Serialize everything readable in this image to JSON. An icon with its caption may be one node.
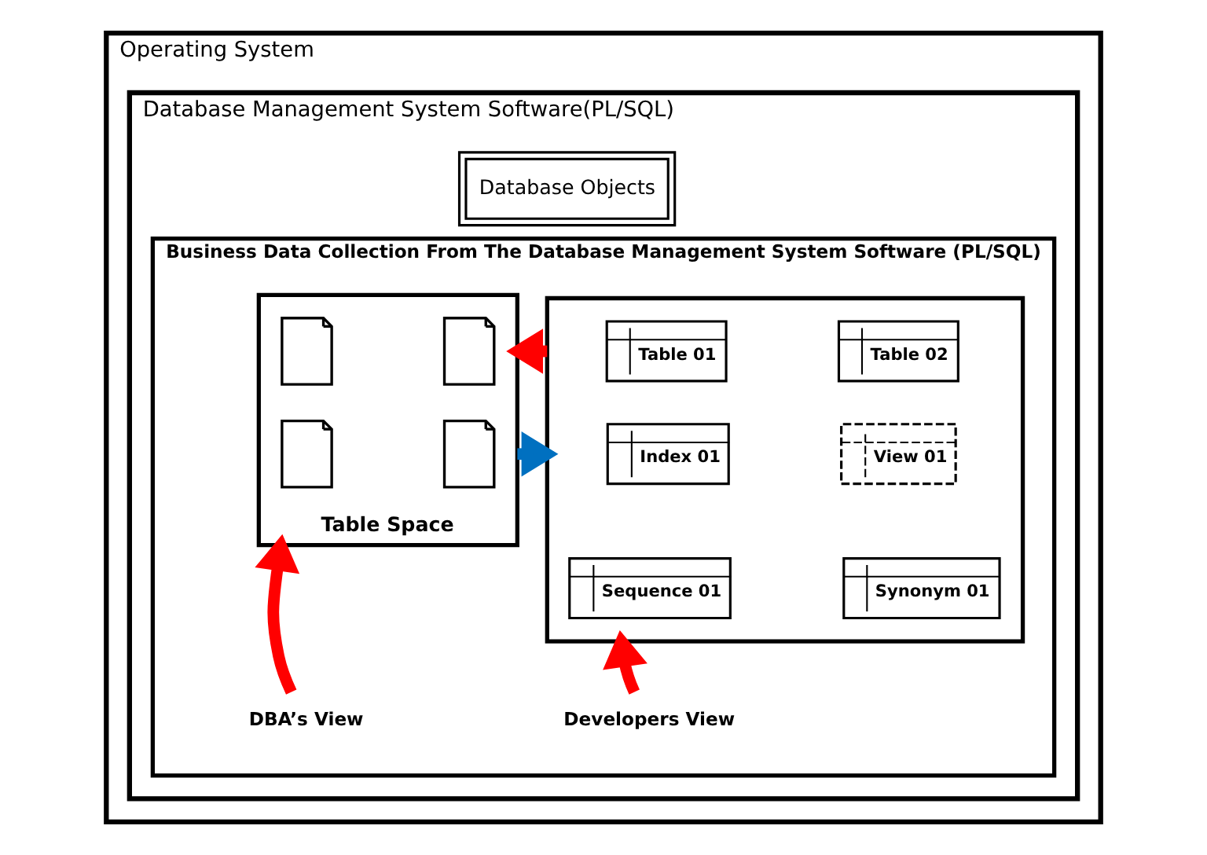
{
  "diagram": {
    "nodes": [
      {
        "text": [
          "Operating System"
        ]
      },
      {
        "text": [
          "Database Management System Software(PL/SQL)"
        ],
        "in": 0
      },
      {
        "text": [
          "Database Objects"
        ],
        "in": 1
      },
      {
        "text": [
          "Business Data Collection From The Database Management System Software (PL/SQL)"
        ],
        "in": 1
      },
      {
        "text": [
          "Table Space"
        ],
        "in": 3
      },
      {
        "text": [],
        "shape": "picture",
        "in": 4
      },
      {
        "text": [],
        "shape": "picture",
        "in": 4
      },
      {
        "text": [],
        "shape": "picture",
        "in": 4
      },
      {
        "text": [],
        "shape": "picture",
        "in": 4
      },
      {
        "text": [],
        "shape": "box",
        "in": 3
      },
      {
        "text": [
          "Table 01"
        ],
        "in": 9
      },
      {
        "text": [
          "Table 02"
        ],
        "in": 9
      },
      {
        "text": [
          "Index 01"
        ],
        "in": 9
      },
      {
        "text": [
          "View 01"
        ],
        "in": 9
      },
      {
        "text": [
          "Sequence 01"
        ],
        "in": 9
      },
      {
        "text": [
          "Synonym 01"
        ],
        "in": 9
      },
      {
        "text": [
          "DBA’s View"
        ],
        "in": 3
      },
      {
        "text": [
          "Developers View"
        ],
        "in": 3
      }
    ],
    "edges": [
      {
        "from": 9,
        "to": 4,
        "arrow": "to"
      },
      {
        "from": 4,
        "to": 9,
        "arrow": "to",
        "color": "#0070c0"
      },
      {
        "from": 16,
        "to": 4,
        "arrow": "to"
      },
      {
        "from": 17,
        "to": 9,
        "arrow": "to"
      }
    ]
  }
}
